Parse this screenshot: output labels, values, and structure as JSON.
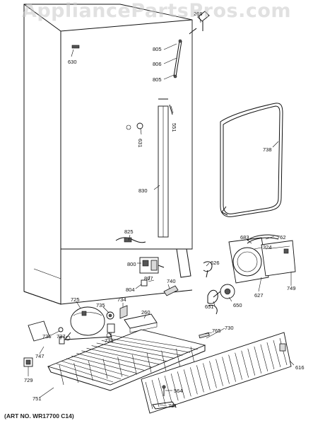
{
  "watermark": "AppliancePartsPros.com",
  "caption": "(ART NO. WR17700 C14)",
  "parts": {
    "p269": "269",
    "p630": "630",
    "p805a": "805",
    "p806": "806",
    "p805b": "805",
    "p551": "551",
    "p631": "631",
    "p738": "738",
    "p830": "830",
    "p825": "825",
    "p762": "762",
    "p683": "683",
    "p324": "324",
    "p800": "800",
    "p626": "626",
    "p804": "804",
    "p807": "807",
    "p740": "740",
    "p627": "627",
    "p749": "749",
    "p725": "725",
    "p735": "735",
    "p734": "734",
    "p260": "260",
    "p651": "651",
    "p650": "650",
    "p736": "736",
    "p737": "737",
    "p733": "733",
    "p730": "730",
    "p765": "765",
    "p747": "747",
    "p729": "729",
    "p751": "751",
    "p564": "564",
    "p731": "731",
    "p616": "616"
  }
}
